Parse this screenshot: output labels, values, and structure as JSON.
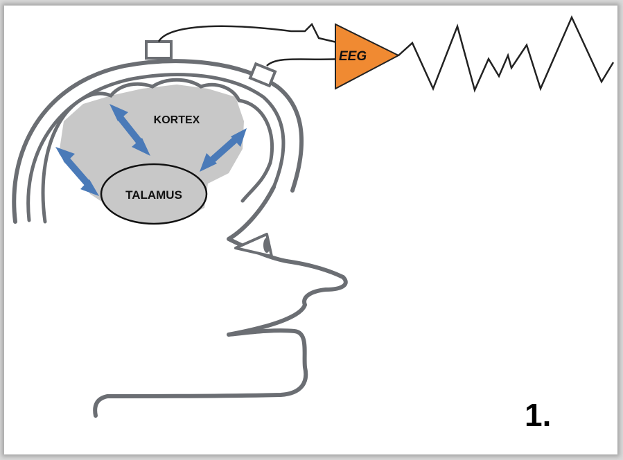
{
  "labels": {
    "cortex": "KORTEX",
    "thalamus": "TALAMUS",
    "amplifier": "EEG",
    "figure_number": "1."
  },
  "colors": {
    "outline": "#6b6e73",
    "brain_fill": "#c8c8c8",
    "arrow": "#4a7ab8",
    "amplifier": "#f08a32",
    "wire": "#222222"
  }
}
